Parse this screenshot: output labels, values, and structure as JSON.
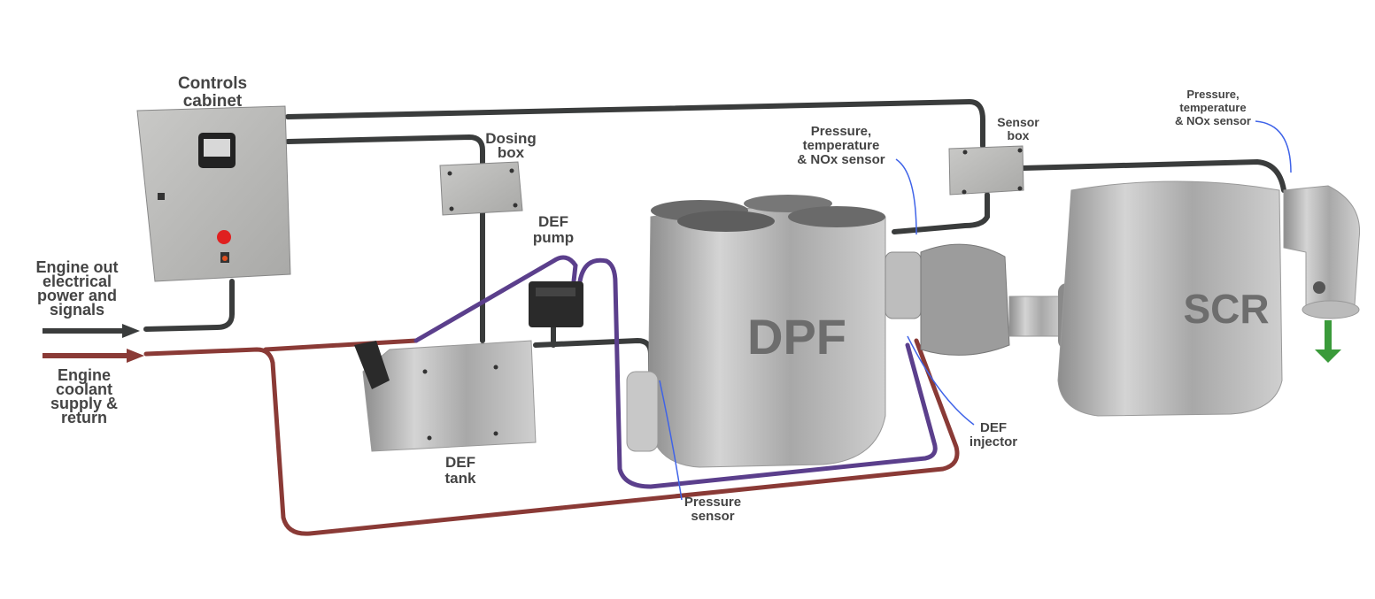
{
  "labels": {
    "controls_cabinet": [
      "Controls",
      "cabinet"
    ],
    "dosing_box": [
      "Dosing",
      "box"
    ],
    "def_pump": [
      "DEF",
      "pump"
    ],
    "def_tank": [
      "DEF",
      "tank"
    ],
    "engine_out": [
      "Engine out",
      "electrical",
      "power and",
      "signals"
    ],
    "engine_coolant": [
      "Engine",
      "coolant",
      "supply &",
      "return"
    ],
    "pt_nox_sensor_1": [
      "Pressure,",
      "temperature",
      "& NOx sensor"
    ],
    "pt_nox_sensor_2": [
      "Pressure,",
      "temperature",
      "& NOx sensor"
    ],
    "sensor_box": [
      "Sensor",
      "box"
    ],
    "pressure_sensor": [
      "Pressure",
      "sensor"
    ],
    "def_injector": [
      "DEF",
      "injector"
    ],
    "dpf": "DPF",
    "scr": "SCR"
  },
  "colors": {
    "cable": "#3a3c3c",
    "coolant": "#8a3a36",
    "def_line": "#5b3f8c",
    "sensor_lead": "#3f63e8",
    "flow_out": "#3a9a3a",
    "steel": "#b9b9b9"
  }
}
